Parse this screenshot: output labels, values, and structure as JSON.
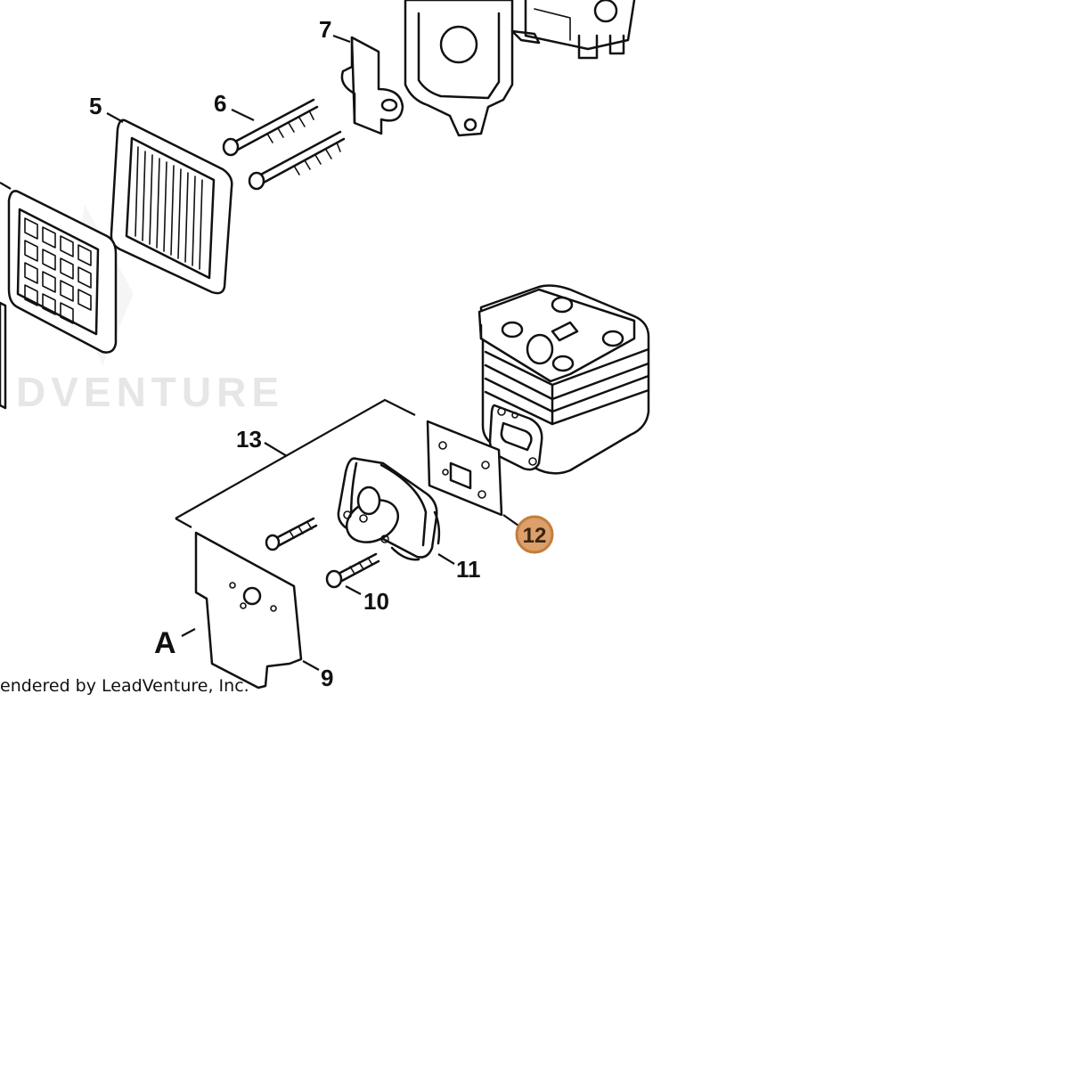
{
  "watermark": "DVENTURE",
  "credit": "endered by LeadVenture, Inc.",
  "labels": {
    "p5": "5",
    "p6": "6",
    "p7": "7",
    "p9": "9",
    "p10": "10",
    "p11": "11",
    "p12": "12",
    "p13": "13",
    "pA": "A"
  },
  "highlight": {
    "part": "12",
    "fill": "#dba06c",
    "stroke": "#c47d3c"
  }
}
